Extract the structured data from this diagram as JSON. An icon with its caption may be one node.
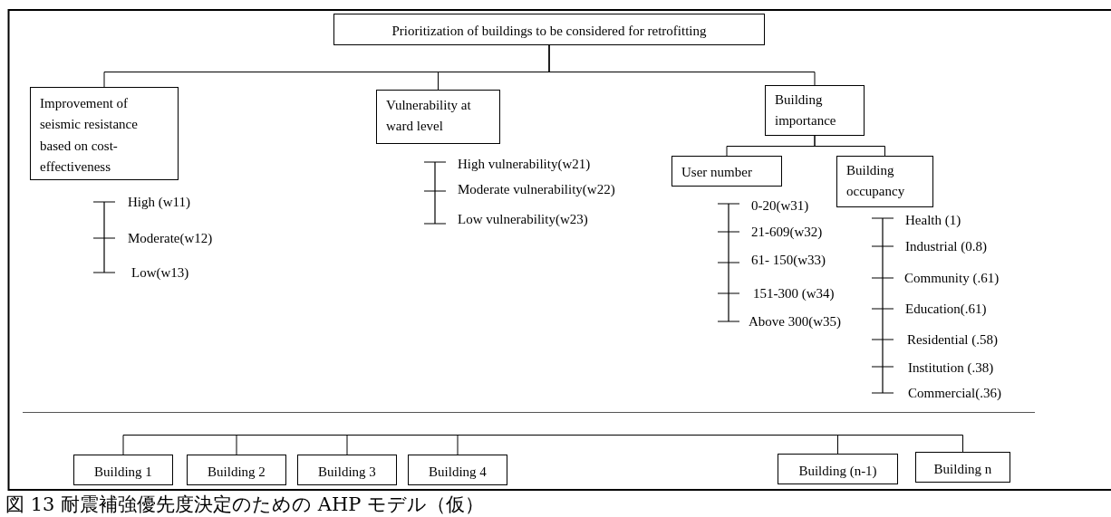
{
  "diagram": {
    "caption": "図 13 耐震補強優先度決定のための AHP モデル（仮）",
    "nodes": [
      {
        "text": [
          "Prioritization of buildings to be considered for retrofitting"
        ]
      },
      {
        "text": [
          "Improvement of seismic resistance based on cost-effectiveness"
        ]
      },
      {
        "text": [
          "Vulnerability at ward level"
        ]
      },
      {
        "text": [
          "Building importance"
        ]
      },
      {
        "text": [
          "User number"
        ]
      },
      {
        "text": [
          "Building occupancy"
        ]
      },
      {
        "text": [
          "Building 1"
        ]
      },
      {
        "text": [
          "Building 2"
        ]
      },
      {
        "text": [
          "Building 3"
        ]
      },
      {
        "text": [
          "Building 4"
        ]
      },
      {
        "text": [
          "Building (n-1)"
        ]
      },
      {
        "text": [
          "Building n"
        ]
      }
    ],
    "edges": [
      {
        "from": 0,
        "to": 1,
        "arrow": "none"
      },
      {
        "from": 0,
        "to": 2,
        "arrow": "none"
      },
      {
        "from": 0,
        "to": 3,
        "arrow": "none"
      },
      {
        "from": 3,
        "to": 4,
        "arrow": "none"
      },
      {
        "from": 3,
        "to": 5,
        "arrow": "none"
      }
    ],
    "labels": [
      "High (w11)",
      "Moderate(w12)",
      "Low(w13)",
      "High vulnerability(w21)",
      "Moderate vulnerability(w22)",
      "Low vulnerability(w23)",
      "0-20(w31)",
      "21-609(w32)",
      "61- 150(w33)",
      "151-300 (w34)",
      "Above 300(w35)",
      "Health (1)",
      "Industrial (0.8)",
      "Community (.61)",
      "Education(.61)",
      "Residential (.58)",
      "Institution (.38)",
      "Commercial(.36)"
    ]
  }
}
